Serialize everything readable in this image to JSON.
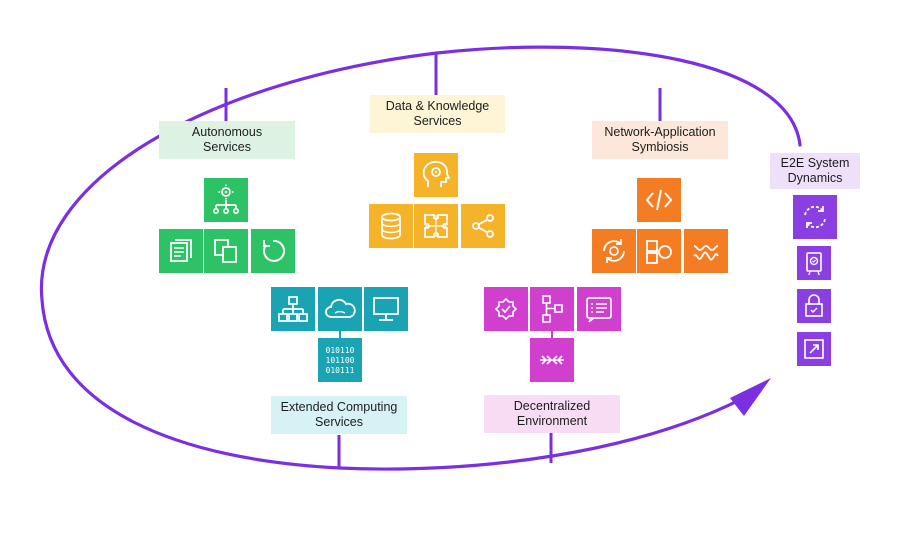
{
  "labels": {
    "autonomous": [
      "Autonomous",
      "Services"
    ],
    "data_knowledge": [
      "Data & Knowledge",
      "Services"
    ],
    "network_app": [
      "Network-Application",
      "Symbiosis"
    ],
    "e2e": [
      "E2E System",
      "Dynamics"
    ],
    "extended": [
      "Extended Computing",
      "Services"
    ],
    "decentralized": [
      "Decentralized",
      "Environment"
    ]
  },
  "binary_text": [
    "010110",
    "101100",
    "010111"
  ],
  "colors": {
    "ring": "#7a2fe0",
    "green": "#2cc265",
    "yellow": "#f4b329",
    "orange": "#f47c22",
    "teal": "#1aa3b3",
    "magenta": "#d13fcf",
    "purple": "#8a3fe3",
    "green_label_bg": "#def2e4",
    "yellow_label_bg": "#fdf5d6",
    "orange_label_bg": "#fde7da",
    "purple_label_bg": "#ede0f8",
    "teal_label_bg": "#d7f2f4",
    "magenta_label_bg": "#f7dcf3"
  },
  "icons": {
    "autonomous": [
      "gear-network-icon",
      "document-copy-icon",
      "duplicate-icon",
      "refresh-icon"
    ],
    "data_knowledge": [
      "head-gear-icon",
      "database-icon",
      "puzzle-icon",
      "share-icon"
    ],
    "network_app": [
      "code-icon",
      "cycle-gear-icon",
      "shapes-icon",
      "wave-icon"
    ],
    "e2e": [
      "sync-icon",
      "certificate-icon",
      "lock-icon",
      "expand-icon"
    ],
    "extended": [
      "hierarchy-icon",
      "cloud-icon",
      "monitor-icon",
      "binary-icon"
    ],
    "decentralized": [
      "badge-check-icon",
      "flow-icon",
      "checklist-icon",
      "blockchain-icon"
    ]
  }
}
